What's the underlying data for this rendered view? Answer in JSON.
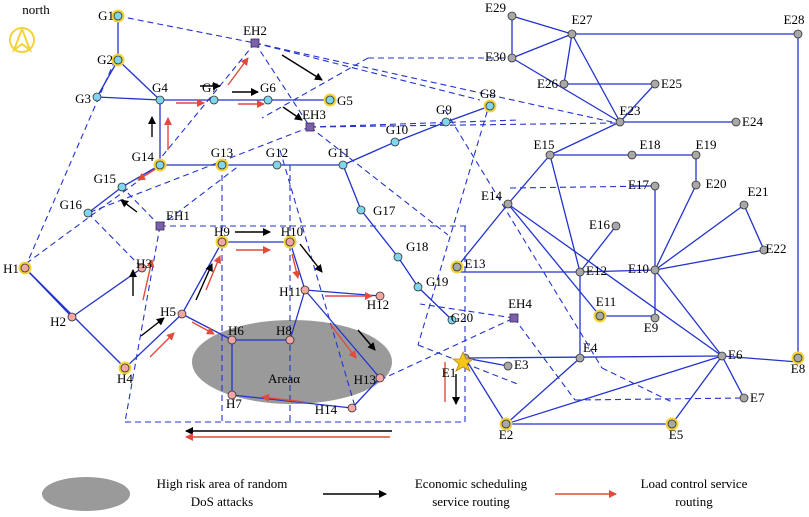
{
  "compass": {
    "label": "north",
    "icon": "north-arrow-icon"
  },
  "colors": {
    "solid_edge": "#2233cc",
    "dashed_edge": "#2233cc",
    "economic_route": "#000000",
    "load_route": "#e24a3b",
    "node_cyan": "#7fd6ea",
    "node_gray": "#a8a8a8",
    "node_pink": "#f3a6a6",
    "node_ring": "#f2d43a",
    "edge_server": "#7b5fa8",
    "risk_area": "#9a9a9a",
    "attack_star": "#f5c518"
  },
  "nodes": {
    "G1": "G1",
    "G2": "G2",
    "G3": "G3",
    "G4": "G4",
    "G5": "G5",
    "G6": "G6",
    "G7": "G7",
    "G8": "G8",
    "G9": "G9",
    "G10": "G10",
    "G11": "G11",
    "G12": "G12",
    "G13": "G13",
    "G14": "G14",
    "G15": "G15",
    "G16": "G16",
    "G17": "G17",
    "G18": "G18",
    "G19": "G19",
    "G20": "G20",
    "H1": "H1",
    "H2": "H2",
    "H3": "H3",
    "H4": "H4",
    "H5": "H5",
    "H6": "H6",
    "H7": "H7",
    "H8": "H8",
    "H9": "H9",
    "H10": "H10",
    "H11": "H11",
    "H12": "H12",
    "H13": "H13",
    "H14": "H14",
    "E1": "E1",
    "E2": "E2",
    "E3": "E3",
    "E4": "E4",
    "E5": "E5",
    "E6": "E6",
    "E7": "E7",
    "E8": "E8",
    "E9": "E9",
    "E10": "E10",
    "E11": "E11",
    "E12": "E12",
    "E13": "E13",
    "E14": "E14",
    "E15": "E15",
    "E16": "E16",
    "E17": "E17",
    "E18": "E18",
    "E19": "E19",
    "E20": "E20",
    "E21": "E21",
    "E22": "E22",
    "E23": "E23",
    "E24": "E24",
    "E25": "E25",
    "E26": "E26",
    "E27": "E27",
    "E28": "E28",
    "E29": "E29",
    "E30": "E30",
    "EH1": "EH1",
    "EH2": "EH2",
    "EH3": "EH3",
    "EH4": "EH4"
  },
  "area_label": "Areaα",
  "legend": {
    "risk_area": "High risk area of random DoS attacks",
    "economic": "Economic scheduling service routing",
    "load": "Load control service routing"
  }
}
